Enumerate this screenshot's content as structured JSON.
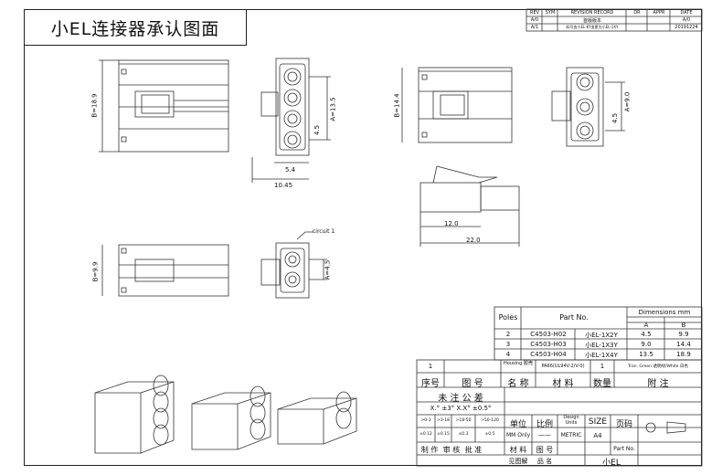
{
  "title": "小EL连接器承认图面",
  "revision": {
    "headers": [
      "REV",
      "SYM",
      "REVISION RECORD",
      "DR",
      "APPR",
      "DATE"
    ],
    "rows": [
      {
        "rev": "A/0",
        "record": "首版版本",
        "date": "A/0"
      },
      {
        "rev": "A/1",
        "record": "料号由小EL-KY变更为小EL-1XY",
        "date": "20191224"
      }
    ]
  },
  "dims": {
    "b189": "B=18.9",
    "a135": "A=13.5",
    "p45a": "4.5",
    "d54": "5.4",
    "d1045": "10.45",
    "b144": "B=14.4",
    "a90": "A=9.0",
    "p45b": "4.5",
    "d120": "12.0",
    "d220": "22.0",
    "b99": "B=9.9",
    "a45": "A=4.5",
    "circuit": "circuit 1"
  },
  "parts": {
    "poles_label": "Poles",
    "partno_label": "Part No.",
    "dims_label": "Dimensions mm",
    "a_label": "A",
    "b_label": "B",
    "rows": [
      {
        "poles": "2",
        "code": "C4503-H02",
        "name": "小EL-1X2Y",
        "a": "4.5",
        "b": "9.9"
      },
      {
        "poles": "3",
        "code": "C4503-H03",
        "name": "小EL-1X3Y",
        "a": "9.0",
        "b": "14.4"
      },
      {
        "poles": "4",
        "code": "C4503-H04",
        "name": "小EL-1X4Y",
        "a": "13.5",
        "b": "18.9"
      }
    ]
  },
  "bom": {
    "item": "1",
    "part_name": "Housing 胶壳",
    "material": "PA66(UL94V-2/V-0)",
    "qty": "1",
    "note": "Tran. Green 透明绿/White 白色",
    "header": [
      "序号",
      "图 号",
      "名 称",
      "材 料",
      "数量",
      "附 注"
    ]
  },
  "tolerance": {
    "title": "未 注 公 差",
    "general": "X.° ±3°  X.X° ±0.5°",
    "ranges": [
      ">0-3",
      ">3-18",
      ">18-50",
      ">50-120"
    ],
    "values": [
      "±0.12",
      "±0.15",
      "±0.3",
      "±0.5"
    ]
  },
  "labels": {
    "unit": "单位",
    "scale": "比例",
    "design_units": "Design Units",
    "size": "SIZE",
    "page": "页码",
    "mm_only": "MM Only",
    "dash": "——",
    "metric": "METRIC",
    "a4": "A4",
    "partno": "Part No.",
    "sign_row": [
      "制 作",
      "审 核",
      "批 准",
      "材 料",
      "图 号"
    ],
    "ref": "见图解",
    "product": "品 名",
    "product_value": "小EL"
  }
}
